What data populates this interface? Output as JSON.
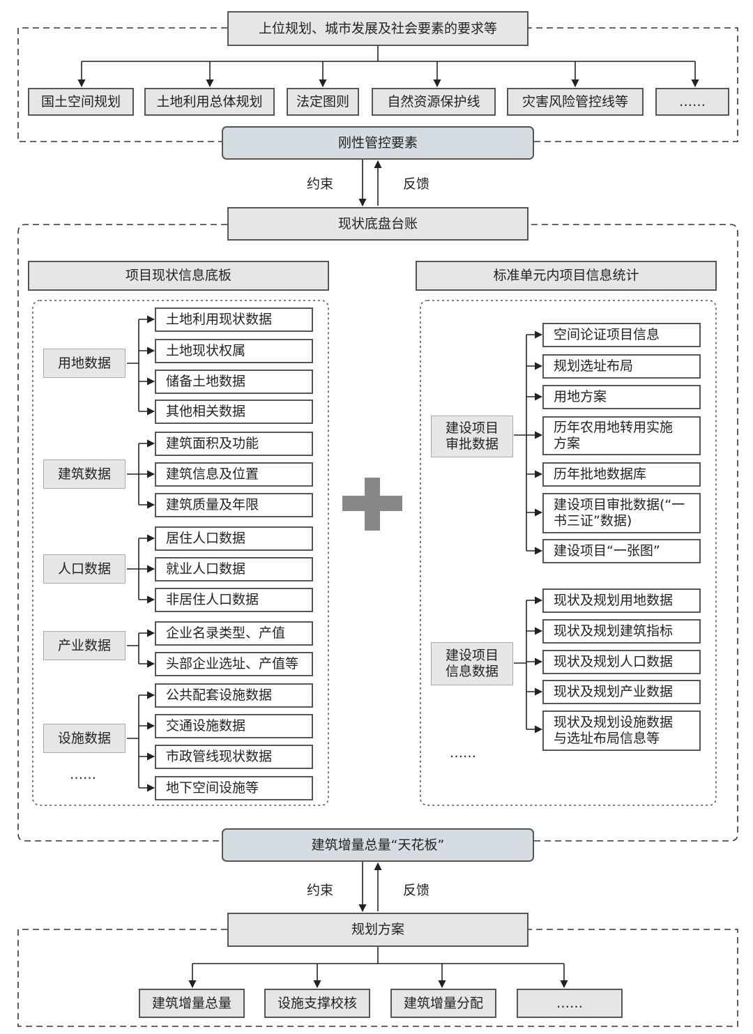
{
  "top": {
    "header": "上位规划、城市发展及社会要素的要求等",
    "items": [
      "国土空间规划",
      "土地利用总体规划",
      "法定图则",
      "自然资源保护线",
      "灾害风险管控线等",
      "……"
    ],
    "rigid": "刚性管控要素"
  },
  "link1": {
    "constraint": "约束",
    "feedback": "反馈"
  },
  "middle": {
    "header": "现状底盘台账",
    "left": {
      "title": "项目现状信息底板",
      "groups": [
        {
          "label": "用地数据",
          "items": [
            "土地利用现状数据",
            "土地现状权属",
            "储备土地数据",
            "其他相关数据"
          ]
        },
        {
          "label": "建筑数据",
          "items": [
            "建筑面积及功能",
            "建筑信息及位置",
            "建筑质量及年限"
          ]
        },
        {
          "label": "人口数据",
          "items": [
            "居住人口数据",
            "就业人口数据",
            "非居住人口数据"
          ]
        },
        {
          "label": "产业数据",
          "items": [
            "企业名录类型、产值",
            "头部企业选址、产值等"
          ]
        },
        {
          "label": "设施数据",
          "items": [
            "公共配套设施数据",
            "交通设施数据",
            "市政管线现状数据",
            "地下空间设施等"
          ]
        }
      ],
      "ellipsis": "……"
    },
    "right": {
      "title": "标准单元内项目信息统计",
      "groups": [
        {
          "label": "建设项目\n审批数据",
          "items": [
            "空间论证项目信息",
            "规划选址布局",
            "用地方案",
            "历年农用地转用实施\n方案",
            "历年批地数据库",
            "建设项目审批数据(“一\n书三证”数据)",
            "建设项目“一张图”"
          ]
        },
        {
          "label": "建设项目\n信息数据",
          "items": [
            "现状及规划用地数据",
            "现状及规划建筑指标",
            "现状及规划人口数据",
            "现状及规划产业数据",
            "现状及规划设施数据\n与选址布局信息等"
          ]
        }
      ],
      "ellipsis": "……"
    },
    "ceiling": "建筑增量总量“天花板”"
  },
  "link2": {
    "constraint": "约束",
    "feedback": "反馈"
  },
  "bottom": {
    "header": "规划方案",
    "items": [
      "建筑增量总量",
      "设施支撑校核",
      "建筑增量分配",
      "……"
    ]
  }
}
